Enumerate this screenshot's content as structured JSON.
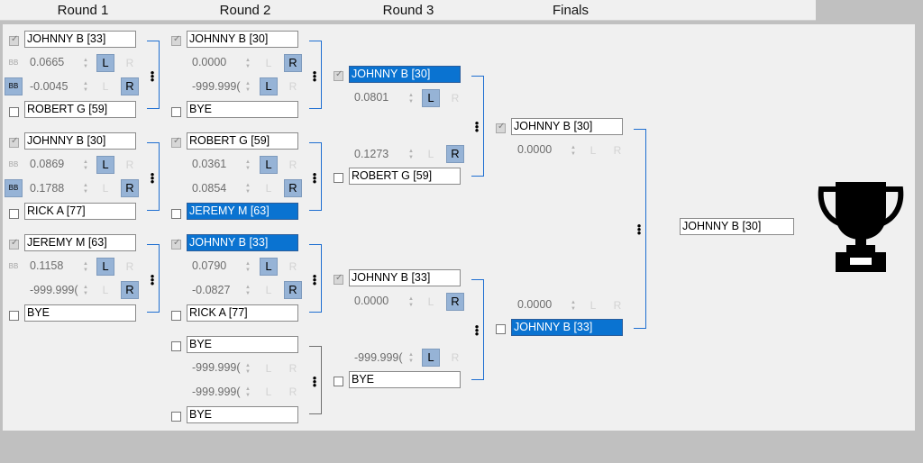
{
  "headers": [
    "Round 1",
    "Round 2",
    "Round 3",
    "Finals"
  ],
  "labels": {
    "L": "L",
    "R": "R",
    "BB": "BB"
  },
  "r1": {
    "m1": {
      "top": "JOHNNY B [33]",
      "n1": "0.0665",
      "n2": "-0.0045",
      "bottom": "ROBERT G [59]"
    },
    "m2": {
      "top": "JOHNNY B [30]",
      "n1": "0.0869",
      "n2": "0.1788",
      "bottom": "RICK A [77]"
    },
    "m3": {
      "top": "JEREMY M [63]",
      "n1": "0.1158",
      "n2": "-999.999(",
      "bottom": "BYE"
    }
  },
  "r2": {
    "m1": {
      "top": "JOHNNY B [30]",
      "n1": "0.0000",
      "n2": "-999.999(",
      "bottom": "BYE"
    },
    "m2": {
      "top": "ROBERT G [59]",
      "n1": "0.0361",
      "n2": "0.0854",
      "bottom": "JEREMY M [63]"
    },
    "m3": {
      "top": "JOHNNY B [33]",
      "n1": "0.0790",
      "n2": "-0.0827",
      "bottom": "RICK A [77]"
    },
    "m4": {
      "top": "BYE",
      "n1": "-999.999(",
      "n2": "-999.999(",
      "bottom": "BYE"
    }
  },
  "r3": {
    "m1": {
      "top": "JOHNNY B [30]",
      "n1": "0.0801",
      "n2": "0.1273",
      "bottom": "ROBERT G [59]"
    },
    "m2": {
      "top": "JOHNNY B [33]",
      "n1": "0.0000",
      "n2": "-999.999(",
      "bottom": "BYE"
    }
  },
  "finals": {
    "top": "JOHNNY B [30]",
    "n1": "0.0000",
    "n2": "0.0000",
    "bottom": "JOHNNY B [33]"
  },
  "champion": "JOHNNY B [30]",
  "icons": {
    "trophy": "trophy-icon",
    "more": "more-vertical-icon",
    "spin": "spin-arrows-icon",
    "check": "checkbox-icon"
  },
  "colors": {
    "selected": "#0a73d1",
    "button": "#96b3d6",
    "connector": "#1f6fd1"
  }
}
